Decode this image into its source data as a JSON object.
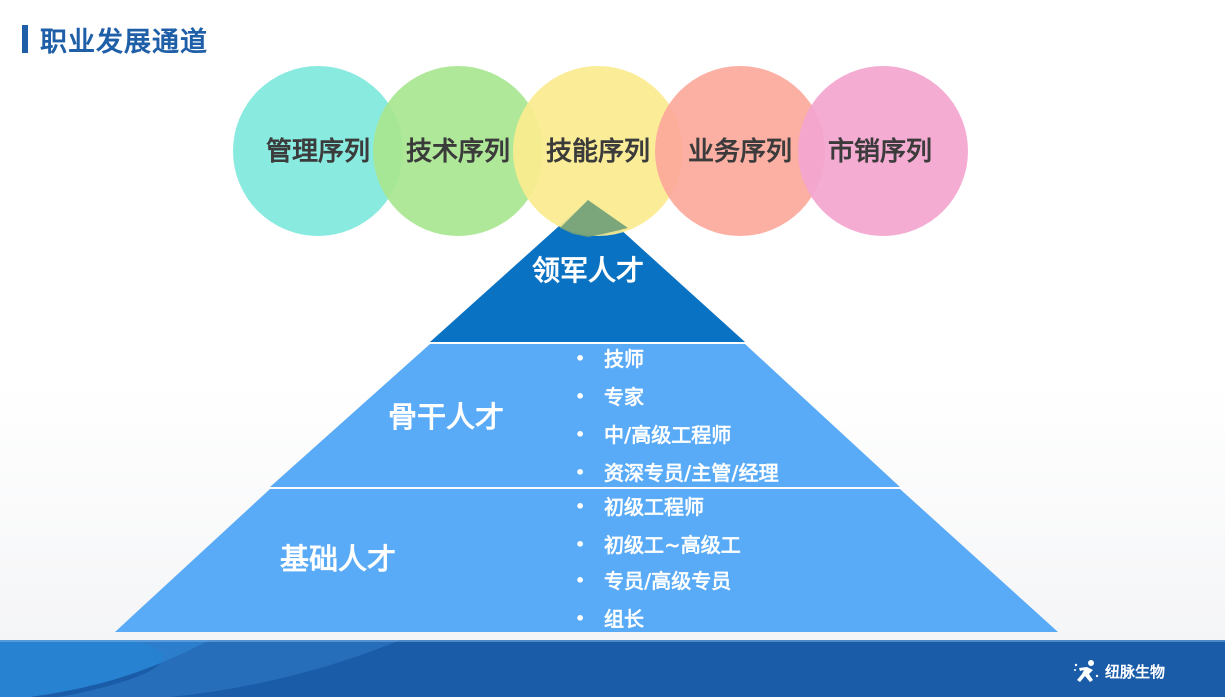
{
  "page": {
    "title": "职业发展通道"
  },
  "sequences": [
    {
      "label": "管理序列",
      "color": "#7fe8dd"
    },
    {
      "label": "技术序列",
      "color": "#a8e68f"
    },
    {
      "label": "技能序列",
      "color": "#fbec8f"
    },
    {
      "label": "业务序列",
      "color": "#fca89b"
    },
    {
      "label": "市销序列",
      "color": "#f4a5cf"
    }
  ],
  "pyramid": {
    "top": {
      "label": "领军人才",
      "color": "#0a72c2"
    },
    "middle": {
      "label": "骨干人才",
      "color": "#5aabf7",
      "items": [
        "技师",
        "专家",
        "中/高级工程师",
        "资深专员/主管/经理"
      ]
    },
    "bottom": {
      "label": "基础人才",
      "color": "#5aabf7",
      "items": [
        "初级工程师",
        "初级工~高级工",
        "专员/高级专员",
        "组长"
      ]
    }
  },
  "footer": {
    "logo_name": "纽脉生物",
    "logo_icon": "runner-logo-icon"
  }
}
